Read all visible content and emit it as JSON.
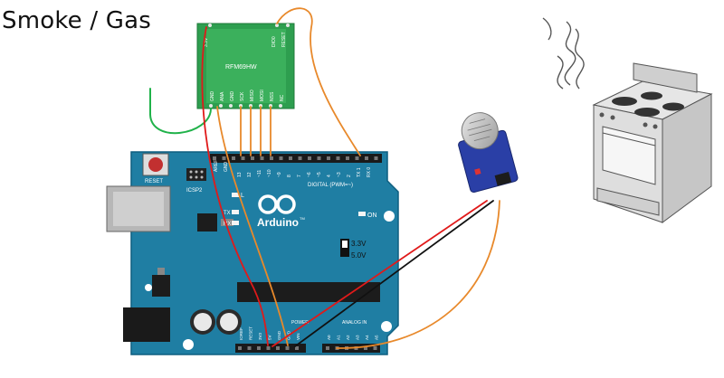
{
  "title": "Smoke / Gas",
  "rfm": {
    "name": "RFM69HW",
    "top_pins": [
      "3.3V",
      "DIO0",
      "RESET"
    ],
    "bottom_pins": [
      "GND",
      "ANA",
      "GND",
      "SCK",
      "MISO",
      "MOSI",
      "NSS",
      "NC"
    ]
  },
  "arduino": {
    "reset_label": "RESET",
    "icsp_label": "ICSP2",
    "aref": "AREF",
    "gnd": "GND",
    "digital_header": "DIGITAL (PWM=~)",
    "brand": "Arduino",
    "tm": "TM",
    "led_l": "L",
    "led_tx": "TX",
    "led_rx": "RX",
    "on_label": "ON",
    "voltage_33": "3.3V",
    "voltage_50": "5.0V",
    "power_label": "POWER",
    "analog_label": "ANALOG IN",
    "digital_pins": [
      "13",
      "12",
      "~11",
      "~10",
      "~9",
      "8",
      "7",
      "~6",
      "~5",
      "4",
      "~3",
      "2",
      "TX 1",
      "RX 0"
    ],
    "power_pins": [
      "IOREF",
      "RESET",
      "3V3",
      "5V",
      "GND",
      "GND",
      "VIN"
    ],
    "analog_pins": [
      "A0",
      "A1",
      "A2",
      "A3",
      "A4",
      "A5"
    ]
  },
  "colors": {
    "board": "#1f7ea3",
    "rfm_board": "#2e9e4f",
    "wire_orange": "#e8892b",
    "wire_red": "#e01a1a",
    "wire_black": "#111111",
    "wire_green": "#20b24a",
    "sensor_board": "#2a3fa6"
  },
  "icons": [
    "gas-sensor-icon",
    "stove-icon",
    "smoke-icon"
  ]
}
